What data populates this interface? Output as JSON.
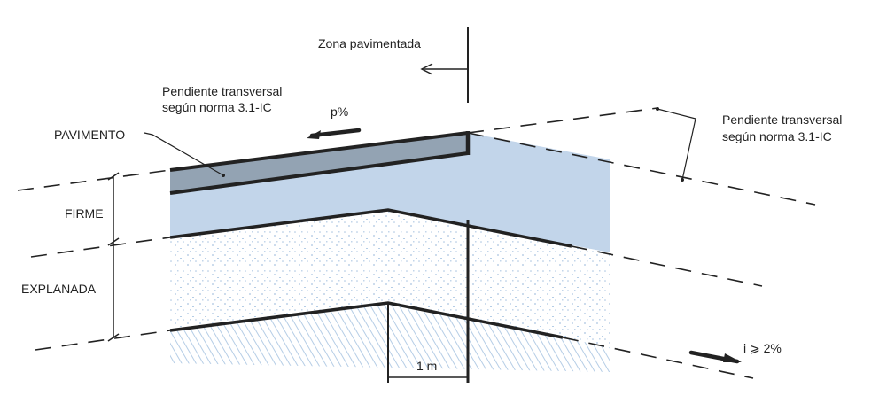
{
  "labels": {
    "paved_zone": "Zona pavimentada",
    "slope_left_line1": "Pendiente transversal",
    "slope_left_line2": "según norma 3.1-IC",
    "slope_right_line1": "Pendiente transversal",
    "slope_right_line2": "según norma 3.1-IC",
    "p_percent": "p%",
    "pavimento": "PAVIMENTO",
    "firme": "FIRME",
    "explanada": "EXPLANADA",
    "one_meter": "1 m",
    "min_slope": "i ⩾ 2%"
  },
  "colors": {
    "pavement": "#93a3b3",
    "firme": "#c2d5ea",
    "speckle": "#a9c3e0",
    "hatch": "#b5cde6",
    "line": "#222222"
  }
}
